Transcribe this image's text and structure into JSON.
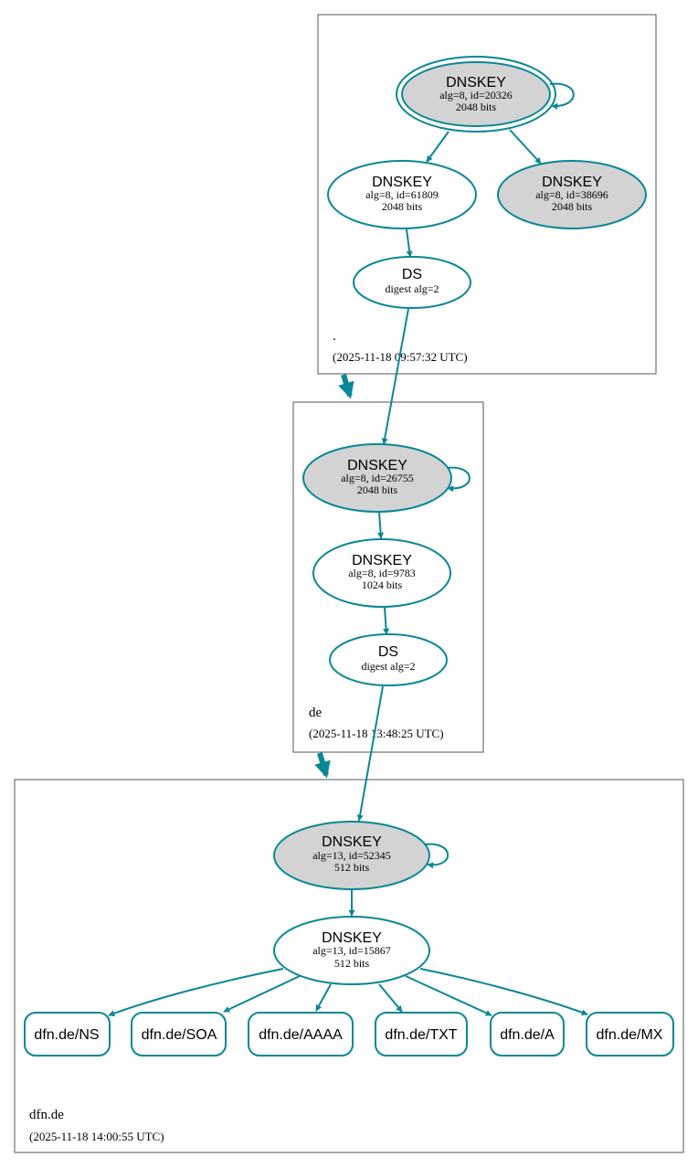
{
  "zones": {
    "root": {
      "name": ".",
      "timestamp": "(2025-11-18 09:57:32 UTC)"
    },
    "de": {
      "name": "de",
      "timestamp": "(2025-11-18 13:48:25 UTC)"
    },
    "dfn": {
      "name": "dfn.de",
      "timestamp": "(2025-11-18 14:00:55 UTC)"
    }
  },
  "nodes": {
    "root_ksk": {
      "title": "DNSKEY",
      "line1": "alg=8, id=20326",
      "line2": "2048 bits"
    },
    "root_zsk": {
      "title": "DNSKEY",
      "line1": "alg=8, id=61809",
      "line2": "2048 bits"
    },
    "root_key3": {
      "title": "DNSKEY",
      "line1": "alg=8, id=38696",
      "line2": "2048 bits"
    },
    "root_ds": {
      "title": "DS",
      "line1": "digest alg=2"
    },
    "de_ksk": {
      "title": "DNSKEY",
      "line1": "alg=8, id=26755",
      "line2": "2048 bits"
    },
    "de_zsk": {
      "title": "DNSKEY",
      "line1": "alg=8, id=9783",
      "line2": "1024 bits"
    },
    "de_ds": {
      "title": "DS",
      "line1": "digest alg=2"
    },
    "dfn_ksk": {
      "title": "DNSKEY",
      "line1": "alg=13, id=52345",
      "line2": "512 bits"
    },
    "dfn_zsk": {
      "title": "DNSKEY",
      "line1": "alg=13, id=15867",
      "line2": "512 bits"
    }
  },
  "rrsets": [
    {
      "label": "dfn.de/NS"
    },
    {
      "label": "dfn.de/SOA"
    },
    {
      "label": "dfn.de/AAAA"
    },
    {
      "label": "dfn.de/TXT"
    },
    {
      "label": "dfn.de/A"
    },
    {
      "label": "dfn.de/MX"
    }
  ],
  "colors": {
    "edge": "#0a8796",
    "sep_fill": "#d3d3d3",
    "zone_border": "#555555"
  }
}
